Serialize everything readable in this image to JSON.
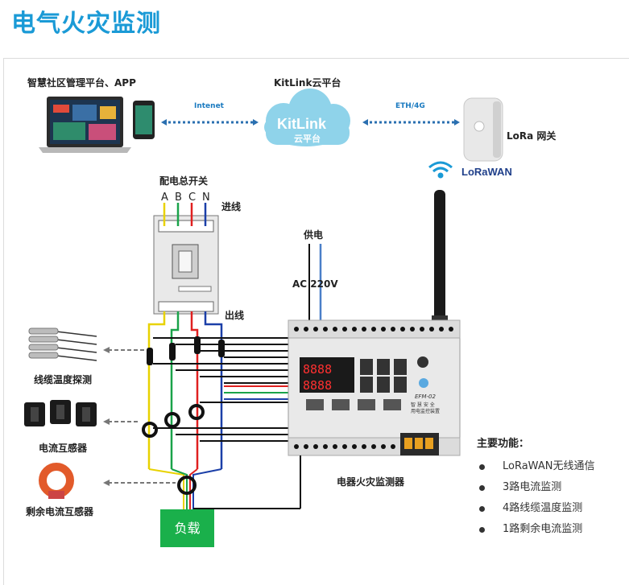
{
  "title": "电气火灾监测",
  "platform_label": "智慧社区管理平台、APP",
  "cloud_label": "KitLink云平台",
  "cloud_logo_text": "KitLink",
  "cloud_logo_sub": "云平台",
  "link_left": "Intenet",
  "link_right": "ETH/4G",
  "gateway_label": "LoRa 网关",
  "lorawan_logo": "LoRaWAN",
  "main_switch_label": "配电总开关",
  "phases": [
    "A",
    "B",
    "C",
    "N"
  ],
  "incoming_label": "进线",
  "outgoing_label": "出线",
  "power_label": "供电",
  "voltage_label": "AC 220V",
  "temp_probe_label": "线缆温度探测",
  "ct_label": "电流互感器",
  "rcd_label": "剩余电流互感器",
  "monitor_label": "电器火灾监测器",
  "device_model": "EFM-02",
  "device_name_line1": "智 慧 安 全",
  "device_name_line2": "用电监控装置",
  "load_label": "负载",
  "features_heading": "主要功能：",
  "features": [
    "LoRaWAN无线通信",
    "3路电流监测",
    "4路线缆温度监测",
    "1路剩余电流监测"
  ],
  "colors": {
    "title": "#1a9ad6",
    "phase_a": "#e8d200",
    "phase_b": "#1aa34a",
    "phase_c": "#e02020",
    "phase_n": "#1b3fa8",
    "load": "#1ab04b",
    "ct_orange": "#e25a2a"
  }
}
